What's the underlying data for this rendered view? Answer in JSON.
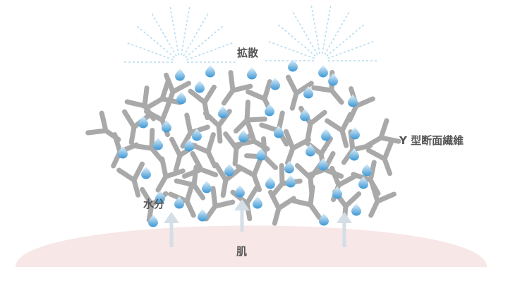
{
  "labels": {
    "diffusion": "拡散",
    "fiber": "Y 型断面繊維",
    "moisture": "水分",
    "skin": "肌"
  },
  "colors": {
    "fiber": "#a9a9a9",
    "droplet_top": "#dff0fb",
    "droplet_bottom": "#3f9bd6",
    "skin": "#f8e7e7",
    "arrow": "#d4dee6",
    "spray": "#b6dcef",
    "label": "#555555"
  },
  "icons": {
    "droplet": "water-droplet-icon",
    "fiber": "y-shaped-fiber-icon",
    "arrow": "up-arrow-icon",
    "spray": "spray-burst-icon"
  }
}
